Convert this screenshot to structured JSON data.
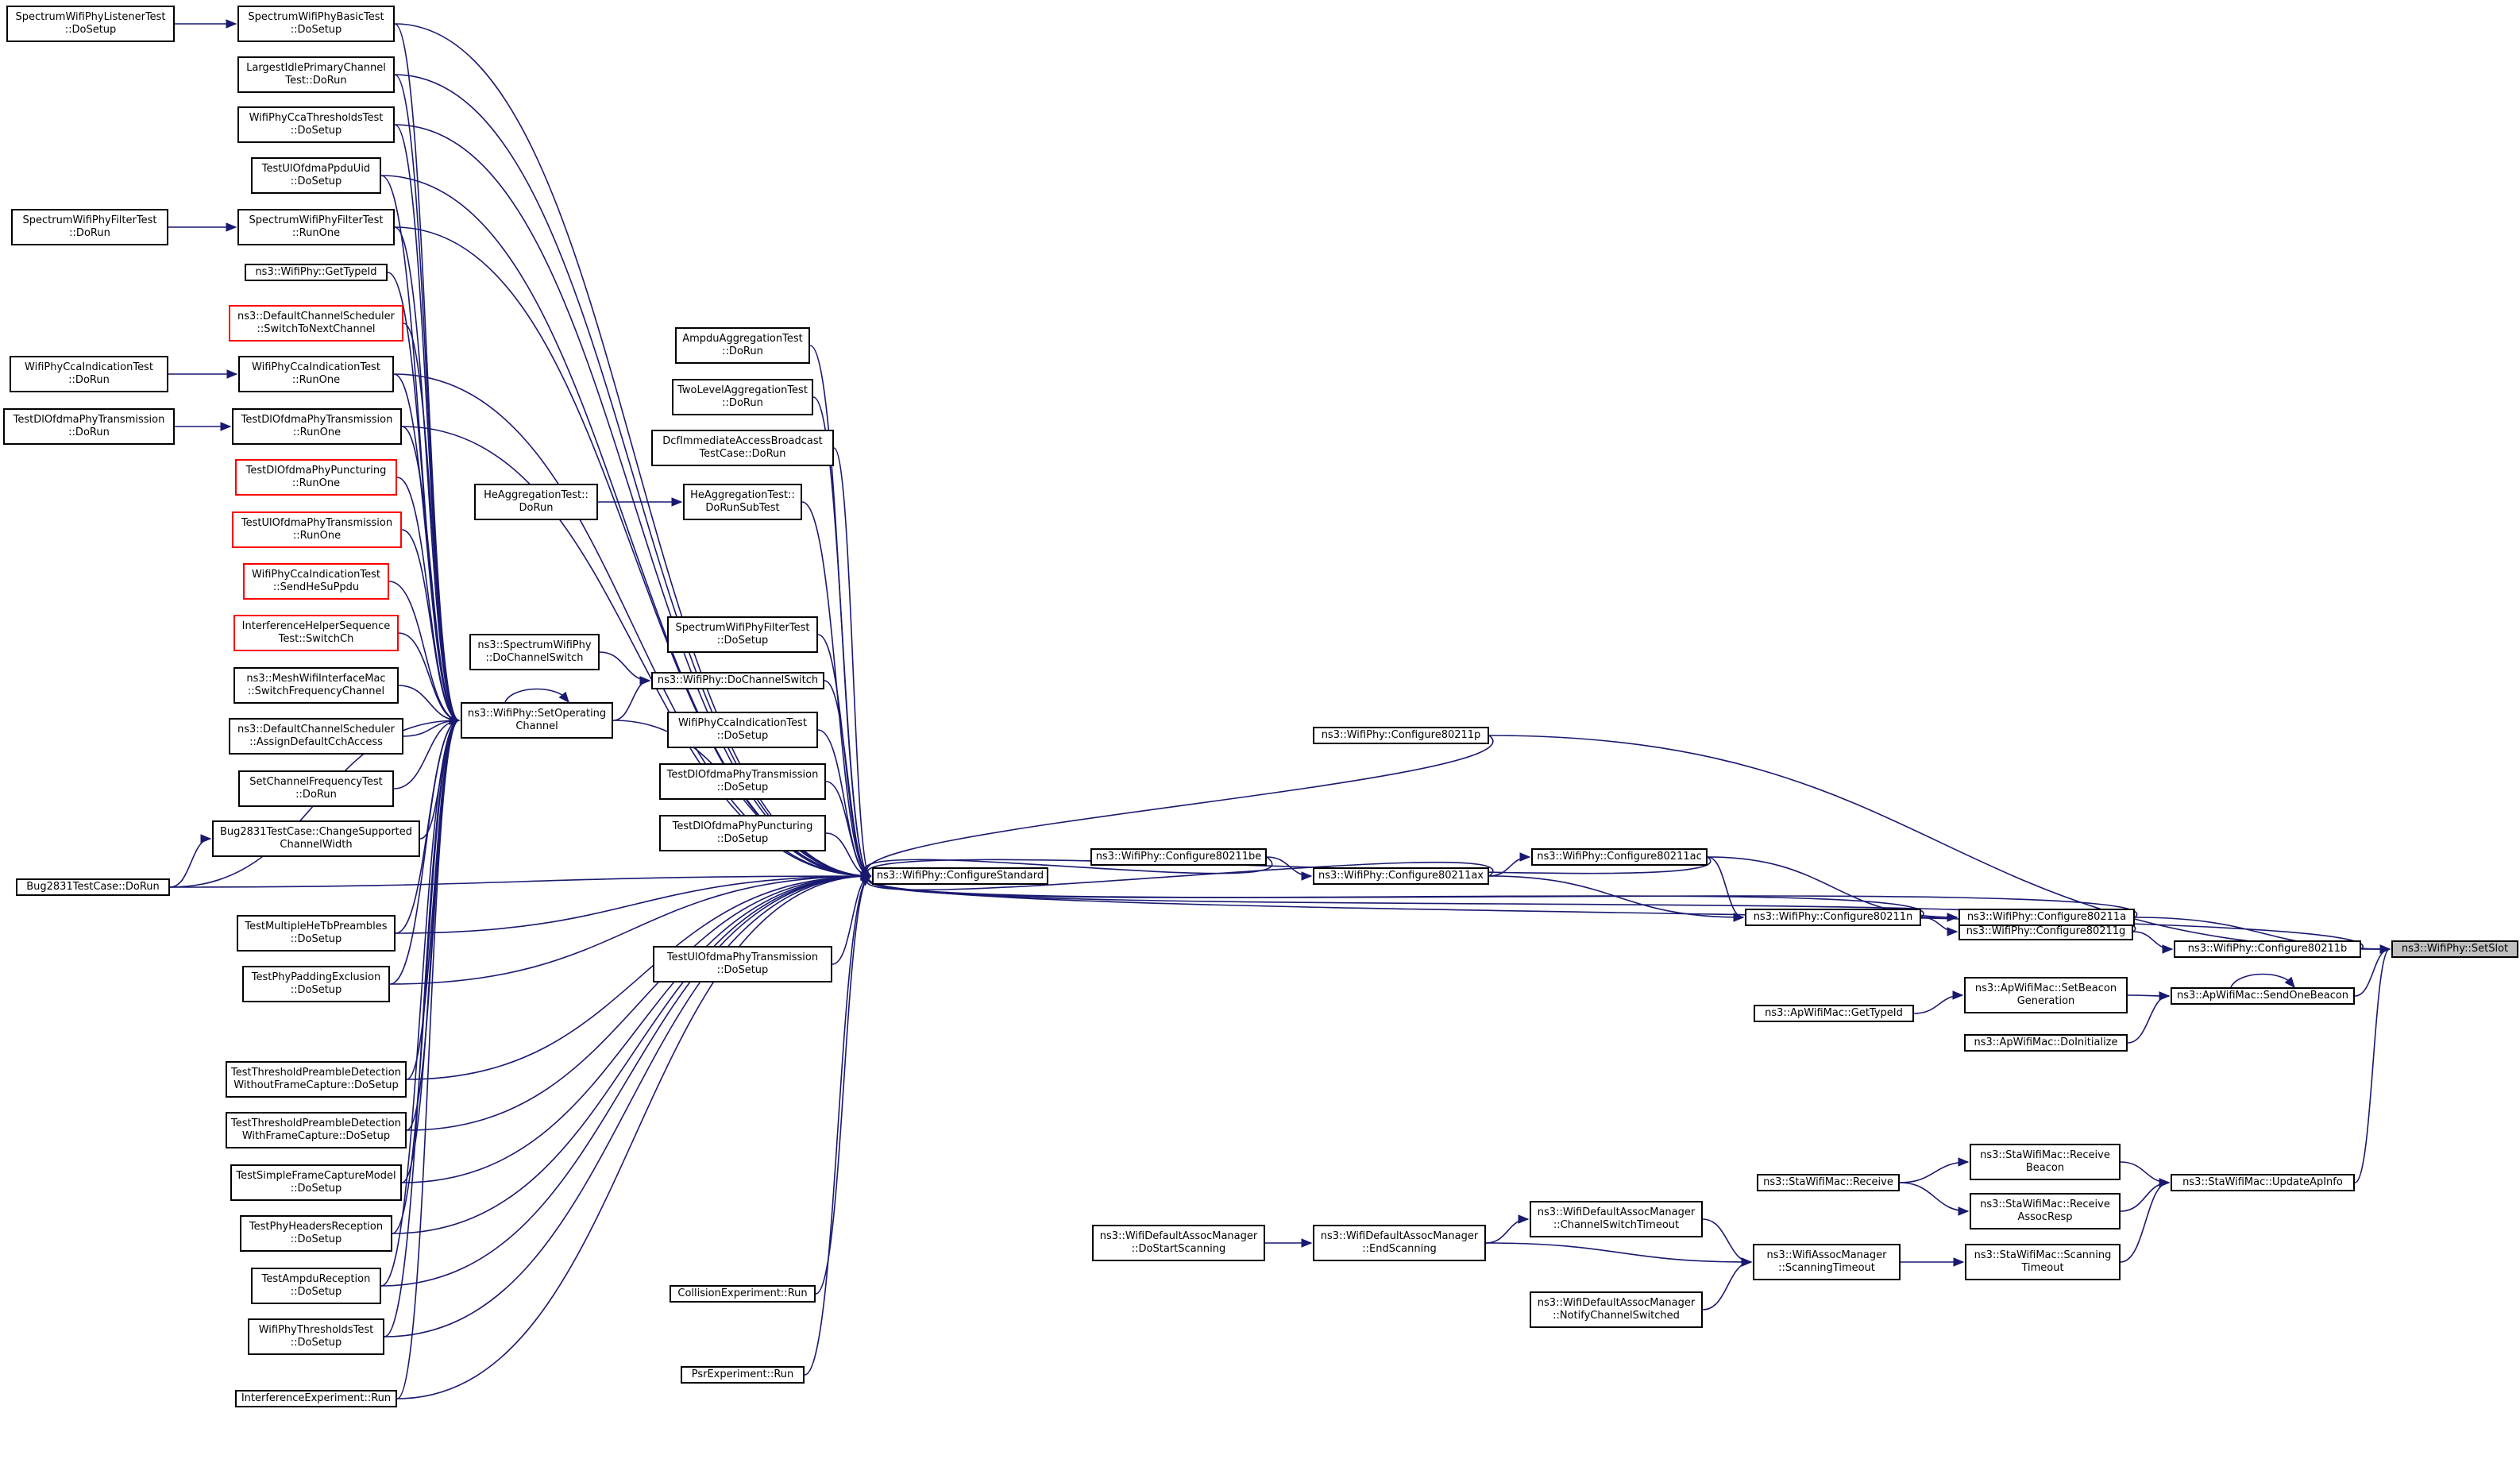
{
  "colors": {
    "edge": "#191970",
    "node_border": "#000000",
    "undocumented_border": "#ff0000",
    "root_fill": "#bfbfbf"
  },
  "nodes": {
    "n_setslot": [
      "ns3::WifiPhy::SetSlot"
    ],
    "n_cfgstd": [
      "ns3::WifiPhy::ConfigureStandard"
    ],
    "n_setopch": [
      "ns3::WifiPhy::SetOperating",
      "Channel"
    ],
    "n_b": [
      "ns3::WifiPhy::Configure80211b"
    ],
    "n_g": [
      "ns3::WifiPhy::Configure80211g"
    ],
    "n_a": [
      "ns3::WifiPhy::Configure80211a"
    ],
    "n_p": [
      "ns3::WifiPhy::Configure80211p"
    ],
    "n_n": [
      "ns3::WifiPhy::Configure80211n"
    ],
    "n_ac": [
      "ns3::WifiPhy::Configure80211ac"
    ],
    "n_ax": [
      "ns3::WifiPhy::Configure80211ax"
    ],
    "n_be": [
      "ns3::WifiPhy::Configure80211be"
    ],
    "n_sendbeacon": [
      "ns3::ApWifiMac::SendOneBeacon"
    ],
    "n_setbeacongen": [
      "ns3::ApWifiMac::SetBeacon",
      "Generation"
    ],
    "n_apgettypeid": [
      "ns3::ApWifiMac::GetTypeId"
    ],
    "n_apdoinit": [
      "ns3::ApWifiMac::DoInitialize"
    ],
    "n_updateap": [
      "ns3::StaWifiMac::UpdateApInfo"
    ],
    "n_recvbeacon": [
      "ns3::StaWifiMac::Receive",
      "Beacon"
    ],
    "n_recvassoc": [
      "ns3::StaWifiMac::Receive",
      "AssocResp"
    ],
    "n_stareceive": [
      "ns3::StaWifiMac::Receive"
    ],
    "n_scantimeout": [
      "ns3::StaWifiMac::Scanning",
      "Timeout"
    ],
    "n_assocscan": [
      "ns3::WifiAssocManager",
      "::ScanningTimeout"
    ],
    "n_chswtimeout": [
      "ns3::WifiDefaultAssocManager",
      "::ChannelSwitchTimeout"
    ],
    "n_notifychsw": [
      "ns3::WifiDefaultAssocManager",
      "::NotifyChannelSwitched"
    ],
    "n_endscan": [
      "ns3::WifiDefaultAssocManager",
      "::EndScanning"
    ],
    "n_dostartscan": [
      "ns3::WifiDefaultAssocManager",
      "::DoStartScanning"
    ],
    "n_dochsw": [
      "ns3::WifiPhy::DoChannelSwitch"
    ],
    "n_specdochsw": [
      "ns3::SpectrumWifiPhy",
      "::DoChannelSwitch"
    ],
    "n_ampdu": [
      "AmpduAggregationTest",
      "::DoRun"
    ],
    "n_twolevel": [
      "TwoLevelAggregationTest",
      "::DoRun"
    ],
    "n_dcfimm": [
      "DcfImmediateAccessBroadcast",
      "TestCase::DoRun"
    ],
    "n_heaggsub": [
      "HeAggregationTest::",
      "DoRunSubTest"
    ],
    "n_heaggrun": [
      "HeAggregationTest::",
      "DoRun"
    ],
    "n_specfiltsetup": [
      "SpectrumWifiPhyFilterTest",
      "::DoSetup"
    ],
    "n_ccaindsetup": [
      "WifiPhyCcaIndicationTest",
      "::DoSetup"
    ],
    "n_dlofdmatxsetup": [
      "TestDlOfdmaPhyTransmission",
      "::DoSetup"
    ],
    "n_dlofdmapuncsetup": [
      "TestDlOfdmaPhyPuncturing",
      "::DoSetup"
    ],
    "n_ulofdmatxsetup": [
      "TestUlOfdmaPhyTransmission",
      "::DoSetup"
    ],
    "n_collision": [
      "CollisionExperiment::Run"
    ],
    "n_psr": [
      "PsrExperiment::Run"
    ],
    "n_specbasicsetup": [
      "SpectrumWifiPhyBasicTest",
      "::DoSetup"
    ],
    "n_speclistener": [
      "SpectrumWifiPhyListenerTest",
      "::DoSetup"
    ],
    "n_largestidle": [
      "LargestIdlePrimaryChannel",
      "Test::DoRun"
    ],
    "n_ccathresh": [
      "WifiPhyCcaThresholdsTest",
      "::DoSetup"
    ],
    "n_ulppduuid": [
      "TestUlOfdmaPpduUid",
      "::DoSetup"
    ],
    "n_specfiltrunone": [
      "SpectrumWifiPhyFilterTest",
      "::RunOne"
    ],
    "n_specfiltdorun": [
      "SpectrumWifiPhyFilterTest",
      "::DoRun"
    ],
    "n_phygettypeid": [
      "ns3::WifiPhy::GetTypeId"
    ],
    "n_defchsched": [
      "ns3::DefaultChannelScheduler",
      "::SwitchToNextChannel"
    ],
    "n_ccaindrunone": [
      "WifiPhyCcaIndicationTest",
      "::RunOne"
    ],
    "n_ccainddorun": [
      "WifiPhyCcaIndicationTest",
      "::DoRun"
    ],
    "n_dlofdmatxrunone": [
      "TestDlOfdmaPhyTransmission",
      "::RunOne"
    ],
    "n_dlofdmatxdorun": [
      "TestDlOfdmaPhyTransmission",
      "::DoRun"
    ],
    "n_dlofdmapuncrunone": [
      "TestDlOfdmaPhyPuncturing",
      "::RunOne"
    ],
    "n_ulofdmatxrunone": [
      "TestUlOfdmaPhyTransmission",
      "::RunOne"
    ],
    "n_ccaindsendhe": [
      "WifiPhyCcaIndicationTest",
      "::SendHeSuPpdu"
    ],
    "n_interfswitch": [
      "InterferenceHelperSequence",
      "Test::SwitchCh"
    ],
    "n_meshswitch": [
      "ns3::MeshWifiInterfaceMac",
      "::SwitchFrequencyChannel"
    ],
    "n_defassigncch": [
      "ns3::DefaultChannelScheduler",
      "::AssignDefaultCchAccess"
    ],
    "n_setchfreq": [
      "SetChannelFrequencyTest",
      "::DoRun"
    ],
    "n_bug2831change": [
      "Bug2831TestCase::ChangeSupported",
      "ChannelWidth"
    ],
    "n_bug2831dorun": [
      "Bug2831TestCase::DoRun"
    ],
    "n_multiheptb": [
      "TestMultipleHeTbPreambles",
      "::DoSetup"
    ],
    "n_phypadding": [
      "TestPhyPaddingExclusion",
      "::DoSetup"
    ],
    "n_threshwithout": [
      "TestThresholdPreambleDetection",
      "WithoutFrameCapture::DoSetup"
    ],
    "n_threshwith": [
      "TestThresholdPreambleDetection",
      "WithFrameCapture::DoSetup"
    ],
    "n_simplecapture": [
      "TestSimpleFrameCaptureModel",
      "::DoSetup"
    ],
    "n_phyheaders": [
      "TestPhyHeadersReception",
      "::DoSetup"
    ],
    "n_ampdureception": [
      "TestAmpduReception",
      "::DoSetup"
    ],
    "n_phythresh": [
      "WifiPhyThresholdsTest",
      "::DoSetup"
    ],
    "n_interfexp": [
      "InterferenceExperiment::Run"
    ]
  }
}
